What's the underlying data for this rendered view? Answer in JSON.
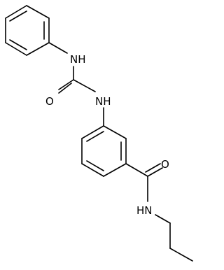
{
  "molecule": {
    "atoms": {
      "nh_upper": "NH",
      "o_urea": "O",
      "nh_middle": "NH",
      "o_amide": "O",
      "nh_lower": "HN"
    }
  }
}
